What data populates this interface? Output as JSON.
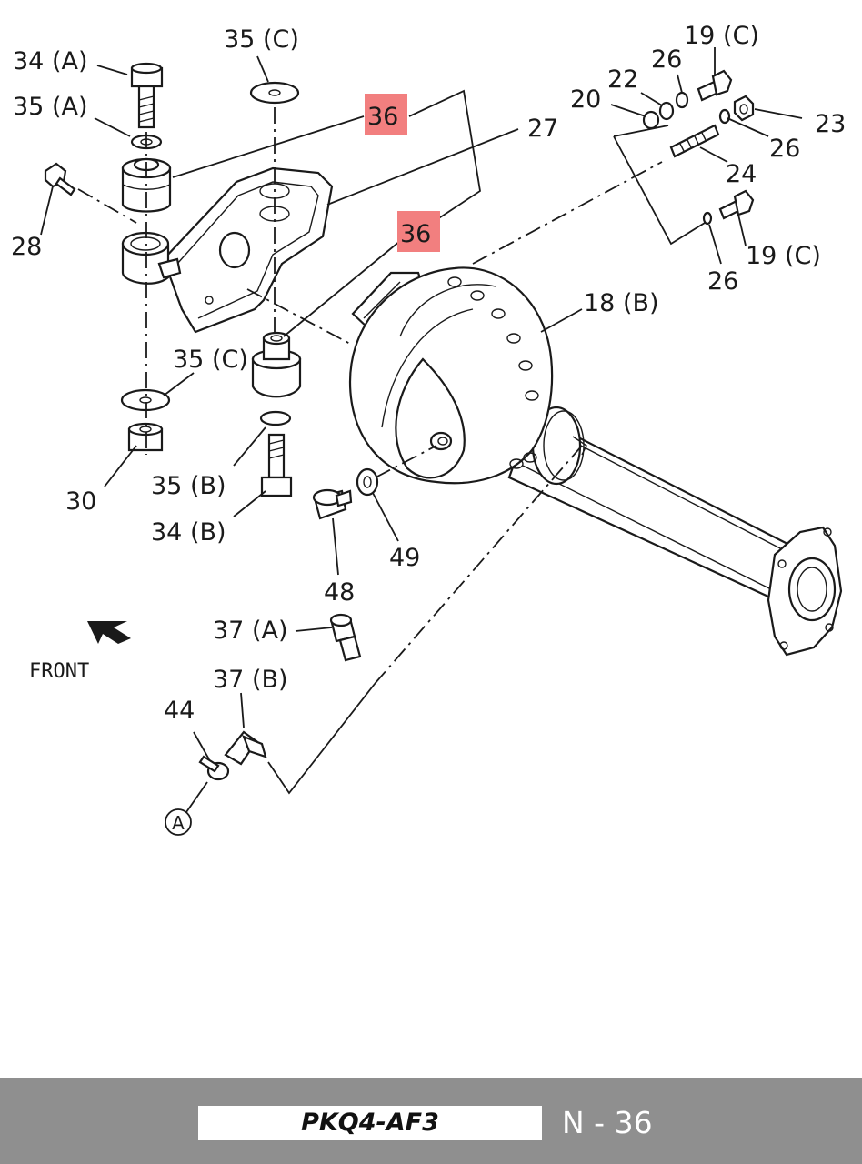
{
  "labels": {
    "p34a": "34 (A)",
    "p35a": "35 (A)",
    "p35c_top": "35 (C)",
    "p36_upper": "36",
    "p36_lower": "36",
    "p27": "27",
    "p28": "28",
    "p35c_mid": "35 (C)",
    "p30": "30",
    "p35b": "35 (B)",
    "p34b": "34 (B)",
    "p48": "48",
    "p49": "49",
    "p18b": "18 (B)",
    "p19c_top": "19 (C)",
    "p26_top": "26",
    "p22": "22",
    "p20": "20",
    "p23": "23",
    "p26_right": "26",
    "p24": "24",
    "p19c_bottom": "19 (C)",
    "p26_bottom": "26",
    "p37a": "37 (A)",
    "p37b": "37 (B)",
    "p44": "44",
    "ref_a": "A"
  },
  "front_label": "FRONT",
  "highlight_color": "#f27f7f",
  "footer": {
    "code": "PKQ4-AF3",
    "page": "N - 36",
    "background": "#8f8f8f"
  }
}
